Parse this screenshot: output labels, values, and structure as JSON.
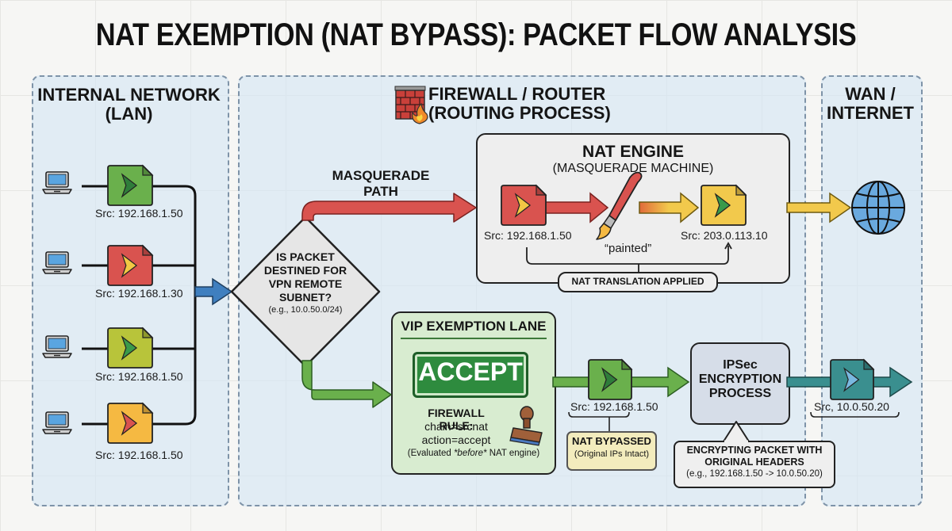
{
  "title": "NAT EXEMPTION (NAT BYPASS): PACKET FLOW ANALYSIS",
  "zones": {
    "lan": {
      "line1": "INTERNAL NETWORK",
      "line2": "(LAN)"
    },
    "firewall": {
      "line1": "FIREWALL / ROUTER",
      "line2": "(ROUTING PROCESS)"
    },
    "wan": {
      "line1": "WAN /",
      "line2": "INTERNET"
    }
  },
  "lan_hosts": [
    {
      "src": "Src: 192.168.1.50",
      "packet_color": "#6ab04c",
      "glyph_color": "#2f7d3a"
    },
    {
      "src": "Src: 192.168.1.30",
      "packet_color": "#d9534f",
      "glyph_color": "#f2c744"
    },
    {
      "src": "Src: 192.168.1.50",
      "packet_color": "#b8c43a",
      "glyph_color": "#3a9a4a"
    },
    {
      "src": "Src: 192.168.1.50",
      "packet_color": "#f5b942",
      "glyph_color": "#d9534f"
    }
  ],
  "decision": {
    "lines": [
      "IS PACKET",
      "DESTINED FOR",
      "VPN REMOTE",
      "SUBNET?"
    ],
    "example": "(e.g., 10.0.50.0/24)"
  },
  "masquerade_path": {
    "line1": "MASQUERADE",
    "line2": "PATH"
  },
  "nat_engine": {
    "title": "NAT ENGINE",
    "subtitle": "(MASQUERADE MACHINE)",
    "src_before": "Src: 192.168.1.50",
    "src_after": "Src: 203.0.113.10",
    "painted": "“painted”",
    "translation_label": "NAT TRANSLATION APPLIED"
  },
  "exemption_lane": {
    "title": "VIP EXEMPTION LANE",
    "accept_label": "ACCEPT",
    "rule_title": "FIREWALL RULE:",
    "rule_chain": "chain=srcnat",
    "rule_action": "action=accept",
    "note_pre": "(Evaluated ",
    "note_em": "*before*",
    "note_post": " NAT engine)"
  },
  "bypass": {
    "src": "Src: 192.168.1.50",
    "badge_title": "NAT BYPASSED",
    "badge_sub": "(Original IPs Intact)"
  },
  "ipsec": {
    "lines": [
      "IPSec",
      "ENCRYPTION",
      "PROCESS"
    ],
    "callout_line1": "ENCRYPTING PACKET WITH",
    "callout_line2": "ORIGINAL HEADERS",
    "callout_example": "(e.g., 192.168.1.50 -> 10.0.50.20)"
  },
  "encrypted_packet": {
    "src": "Src, 10.0.50.20"
  },
  "colors": {
    "masquerade": "#d9534f",
    "exempt": "#6ab04c",
    "encrypted": "#3a8f8f",
    "nat_out": "#f2c94c",
    "lan_arrow": "#3f7fbf"
  }
}
